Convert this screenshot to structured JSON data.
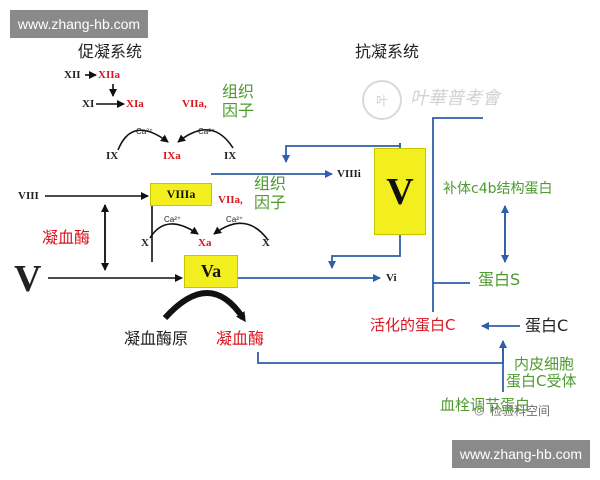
{
  "watermark": {
    "top": "www.zhang-hb.com",
    "bottom": "www.zhang-hb.com",
    "seal_text": "叶",
    "logo_text": "叶華普考會",
    "wechat": "检验科空间"
  },
  "titles": {
    "procoag": "促凝系统",
    "anticoag": "抗凝系统"
  },
  "procoag": {
    "xii": "XII",
    "xiia": "XIIa",
    "xi": "XI",
    "xia": "XIa",
    "viia_top": "VIIa,",
    "tf_top_1": "组织",
    "tf_top_2": "因子",
    "ca_left_top": "Ca²⁺",
    "ca_right_top": "Ca²⁺",
    "ix_left": "IX",
    "ixa": "IXa",
    "ix_right": "IX",
    "viii": "VIII",
    "viiia": "VIIIa",
    "viia_mid": "VIIa,",
    "tf_mid_1": "组织",
    "tf_mid_2": "因子",
    "ca_left_mid": "Ca²⁺",
    "ca_right_mid": "Ca²⁺",
    "x_left": "X",
    "xa": "Xa",
    "x_right": "X",
    "thrombin_side": "凝血酶",
    "v_big": "V",
    "va": "Va",
    "prothrombin": "凝血酶原",
    "thrombin": "凝血酶"
  },
  "anticoag": {
    "viiii": "VIIIi",
    "v_box": "V",
    "vi": "Vi",
    "c4bbp": "补体c4b结构蛋白",
    "protein_s": "蛋白S",
    "apc": "活化的蛋白C",
    "protein_c": "蛋白C",
    "epcr_1": "内皮细胞",
    "epcr_2": "蛋白C受体",
    "thrombomodulin": "血栓调节蛋白"
  },
  "colors": {
    "red": "#d9141e",
    "green": "#4e9a2f",
    "blue": "#2f5fa8",
    "yellow": "#f3ef1e"
  }
}
